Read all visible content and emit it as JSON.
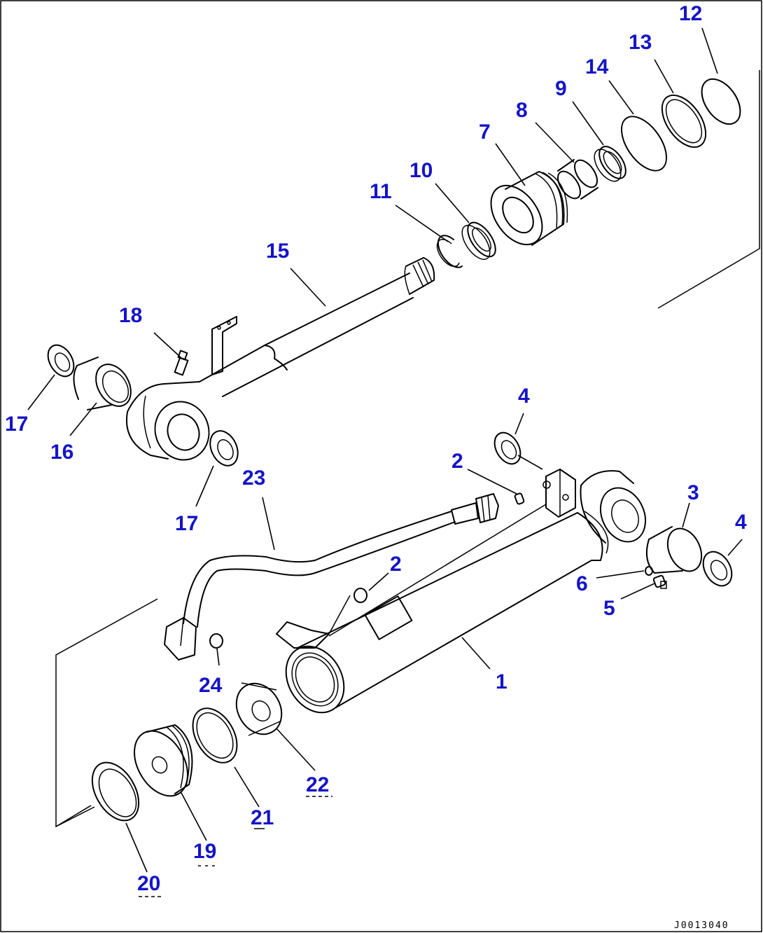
{
  "diagram": {
    "drawing_number": "J0013040",
    "callouts": {
      "c12": "12",
      "c13": "13",
      "c14": "14",
      "c9": "9",
      "c8": "8",
      "c7": "7",
      "c10": "10",
      "c11": "11",
      "c15": "15",
      "c18": "18",
      "c17a": "17",
      "c16": "16",
      "c17b": "17",
      "c23": "23",
      "c4a": "4",
      "c2a": "2",
      "c3": "3",
      "c4b": "4",
      "c2b": "2",
      "c6": "6",
      "c5": "5",
      "c1": "1",
      "c24": "24",
      "c22": "22",
      "c21": "21",
      "c19": "19",
      "c20": "20"
    }
  }
}
